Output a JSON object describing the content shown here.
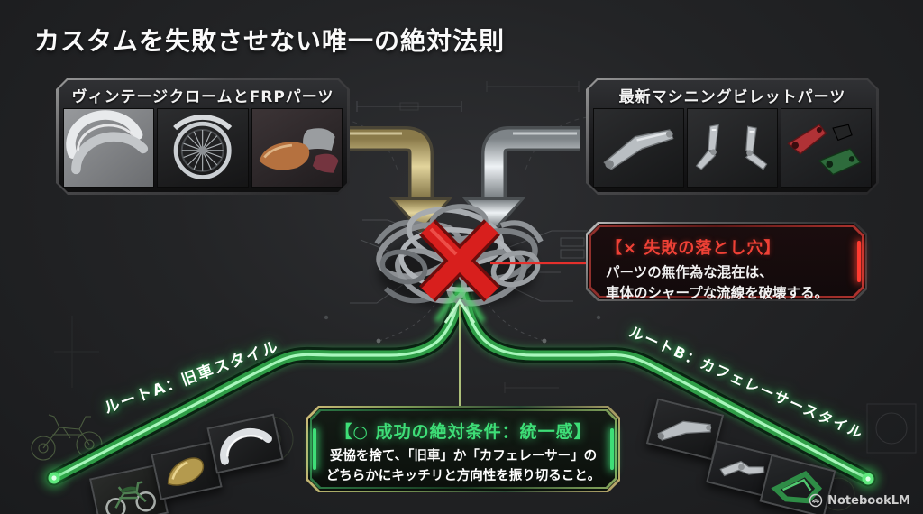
{
  "title": "カスタムを失敗させない唯一の絶対法則",
  "parts_left": {
    "label": "ヴィンテージクロームとFRPパーツ",
    "images": [
      "chrome-fenders-photo",
      "spoked-front-wheel-photo",
      "frp-seat-cowls-photo"
    ]
  },
  "parts_right": {
    "label": "最新マシニングビレットパーツ",
    "images": [
      "billet-swingarm-photo",
      "billet-rearsets-photo",
      "anodized-brackets-photo"
    ]
  },
  "failure": {
    "header": "【× 失敗の落とし穴】",
    "line1": "パーツの無作為な混在は、",
    "line2": "車体のシャープな流線を破壊する。"
  },
  "success": {
    "header": "【○ 成功の絶対条件：統一感】",
    "line1": "妥協を捨て、「旧車」か「カフェレーサー」の",
    "line2": "どちらかにキッチリと方向性を振り切ること。"
  },
  "routes": {
    "a": "ルートA：旧車スタイル",
    "b": "ルートB：カフェレーサースタイル"
  },
  "watermark": {
    "label": "NotebookLM"
  },
  "colors": {
    "accent_green": "#3ede77",
    "accent_red": "#d81f1d",
    "gold_arrow": "#c9b176",
    "silver_arrow": "#c2c7cc",
    "background": "#232426"
  }
}
